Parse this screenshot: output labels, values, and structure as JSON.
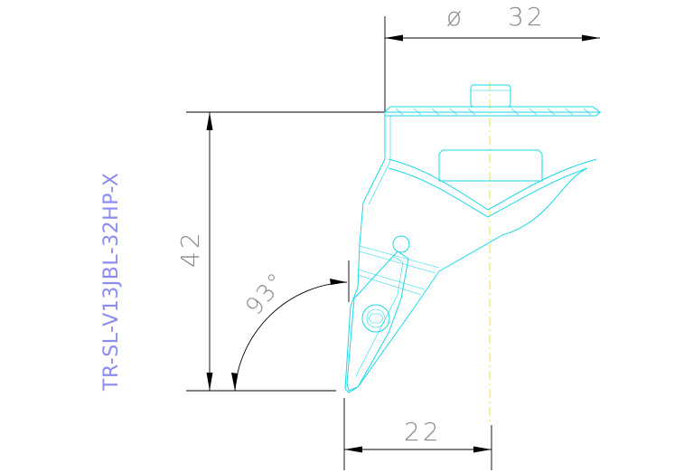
{
  "drawing": {
    "part_code": "TR-SL-V13JBL-32HP-X",
    "dimensions": {
      "diameter": {
        "symbol": "ø",
        "value": "32"
      },
      "height": {
        "value": "42"
      },
      "angle": {
        "value": "93°"
      },
      "width": {
        "value": "22"
      }
    },
    "colors": {
      "part_outline": "#19d8e8",
      "center_line": "#e8e23a",
      "dimension_line": "#000000",
      "dimension_text": "#8a8a8a",
      "part_code_text": "#8c8cf0"
    }
  }
}
